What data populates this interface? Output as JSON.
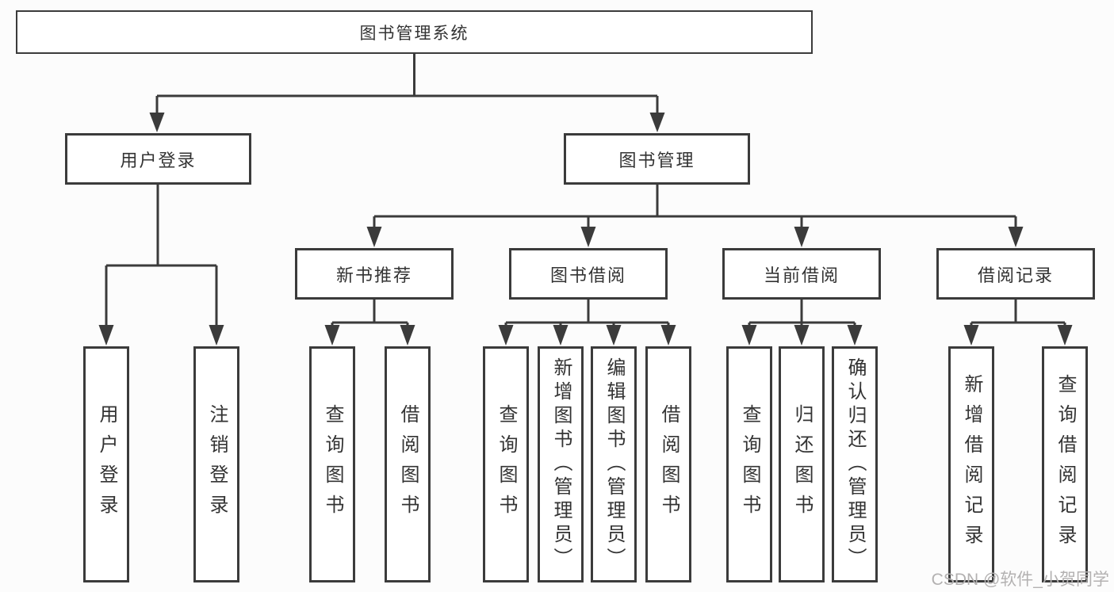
{
  "tree": {
    "root": "图书管理系统",
    "level2": {
      "user_login": "用户登录",
      "book_mgmt": "图书管理"
    },
    "level3": {
      "new_books": "新书推荐",
      "book_borrow": "图书借阅",
      "current_borrow": "当前借阅",
      "borrow_records": "借阅记录"
    },
    "leaves": {
      "user_login": [
        "用户登录",
        "注销登录"
      ],
      "new_books": [
        "查询图书",
        "借阅图书"
      ],
      "book_borrow": [
        "查询图书",
        "新增图书（管理员）",
        "编辑图书（管理员）",
        "借阅图书"
      ],
      "current_borrow": [
        "查询图书",
        "归还图书",
        "确认归还（管理员）"
      ],
      "borrow_records": [
        "新增借阅记录",
        "查询借阅记录"
      ]
    }
  },
  "watermark": "CSDN @软件_小贺同学",
  "theme": {
    "line_color": "#3b3b3b",
    "text_color": "#333333",
    "box_bg": "#ffffff",
    "page_bg": "#fcfcfc",
    "watermark_color": "#b3b1b1"
  }
}
